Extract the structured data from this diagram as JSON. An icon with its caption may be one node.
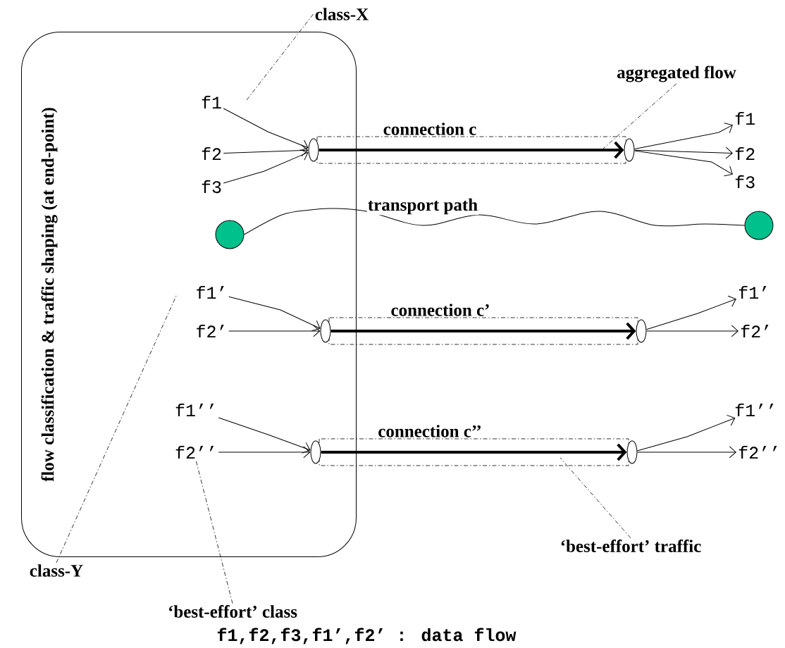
{
  "diagram": {
    "nodes": [
      {
        "text": [
          "flow classification & traffic shaping (at end-point)"
        ]
      },
      {
        "text": [
          "f1"
        ],
        "in": 0
      },
      {
        "text": [
          "f2"
        ],
        "in": 0
      },
      {
        "text": [
          "f3"
        ],
        "in": 0
      },
      {
        "text": [],
        "shape": "ellipse",
        "in": 0
      },
      {
        "text": [],
        "shape": "ellipse"
      },
      {
        "text": [
          "f1"
        ]
      },
      {
        "text": [
          "f2"
        ]
      },
      {
        "text": [
          "f3"
        ]
      },
      {
        "text": [],
        "shape": "circle",
        "in": 0
      },
      {
        "text": [],
        "shape": "circle"
      },
      {
        "text": [
          "f1’"
        ],
        "in": 0
      },
      {
        "text": [
          "f2’"
        ],
        "in": 0
      },
      {
        "text": [],
        "shape": "ellipse",
        "in": 0
      },
      {
        "text": [],
        "shape": "ellipse"
      },
      {
        "text": [
          "f1’"
        ]
      },
      {
        "text": [
          "f2’"
        ]
      },
      {
        "text": [
          "f1’’"
        ],
        "in": 0
      },
      {
        "text": [
          "f2’’"
        ],
        "in": 0
      },
      {
        "text": [],
        "shape": "ellipse",
        "in": 0
      },
      {
        "text": [],
        "shape": "ellipse"
      },
      {
        "text": [
          "f1’’"
        ]
      },
      {
        "text": [
          "f2’’"
        ]
      },
      {
        "text": [
          "class-X"
        ]
      },
      {
        "text": [
          "aggregated flow"
        ]
      },
      {
        "text": [
          "class-Y"
        ]
      },
      {
        "text": [
          "‘best-effort’ class"
        ]
      },
      {
        "text": [
          "‘best-effort’ traffic"
        ]
      }
    ],
    "edges": [
      {
        "from": 1,
        "to": 4,
        "arrow": "to"
      },
      {
        "from": 2,
        "to": 4,
        "arrow": "to"
      },
      {
        "from": 3,
        "to": 4,
        "arrow": "to"
      },
      {
        "from": 4,
        "to": 5,
        "arrow": "to",
        "style": "thick",
        "label": "connection c"
      },
      {
        "from": 5,
        "to": 6,
        "arrow": "to"
      },
      {
        "from": 5,
        "to": 7,
        "arrow": "to"
      },
      {
        "from": 5,
        "to": 8,
        "arrow": "to"
      },
      {
        "from": 9,
        "to": 10,
        "arrow": "none",
        "label": "transport path"
      },
      {
        "from": 11,
        "to": 13,
        "arrow": "to"
      },
      {
        "from": 12,
        "to": 13,
        "arrow": "to"
      },
      {
        "from": 13,
        "to": 14,
        "arrow": "to",
        "style": "thick",
        "label": "connection c’"
      },
      {
        "from": 14,
        "to": 15,
        "arrow": "to"
      },
      {
        "from": 14,
        "to": 16,
        "arrow": "to"
      },
      {
        "from": 17,
        "to": 19,
        "arrow": "to"
      },
      {
        "from": 18,
        "to": 19,
        "arrow": "to"
      },
      {
        "from": 19,
        "to": 20,
        "arrow": "to",
        "style": "thick",
        "label": "connection c’’"
      },
      {
        "from": 20,
        "to": 21,
        "arrow": "to"
      },
      {
        "from": 20,
        "to": 22,
        "arrow": "to"
      },
      {
        "from": 23,
        "to": null,
        "arrow": "none",
        "style": "dashed"
      },
      {
        "from": 24,
        "to": null,
        "arrow": "none",
        "style": "dashed"
      },
      {
        "from": 25,
        "to": null,
        "arrow": "none",
        "style": "dashed"
      },
      {
        "from": 26,
        "to": 18,
        "arrow": "none",
        "style": "dashed"
      },
      {
        "from": 27,
        "to": null,
        "arrow": "none",
        "style": "dashed"
      }
    ],
    "labels": [
      "f1,f2,f3,f1’,f2’ : data flow"
    ]
  }
}
